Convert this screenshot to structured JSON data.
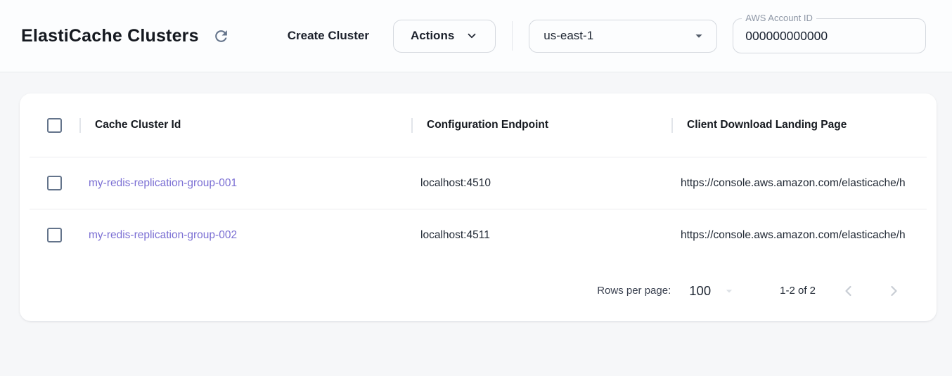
{
  "header": {
    "title": "ElastiCache Clusters",
    "create_button": "Create Cluster",
    "actions_button": "Actions",
    "region_selected": "us-east-1",
    "account_label": "AWS Account ID",
    "account_value": "000000000000"
  },
  "table": {
    "columns": [
      "Cache Cluster Id",
      "Configuration Endpoint",
      "Client Download Landing Page"
    ],
    "rows": [
      {
        "id": "my-redis-replication-group-001",
        "endpoint": "localhost:4510",
        "landing_page": "https://console.aws.amazon.com/elasticache/h"
      },
      {
        "id": "my-redis-replication-group-002",
        "endpoint": "localhost:4511",
        "landing_page": "https://console.aws.amazon.com/elasticache/h"
      }
    ]
  },
  "pagination": {
    "rows_per_page_label": "Rows per page:",
    "rows_per_page_value": "100",
    "range_label": "1-2 of 2"
  },
  "colors": {
    "link": "#7a6ed3",
    "icon_gray": "#64748b",
    "disabled_gray": "#c8cdd4"
  }
}
